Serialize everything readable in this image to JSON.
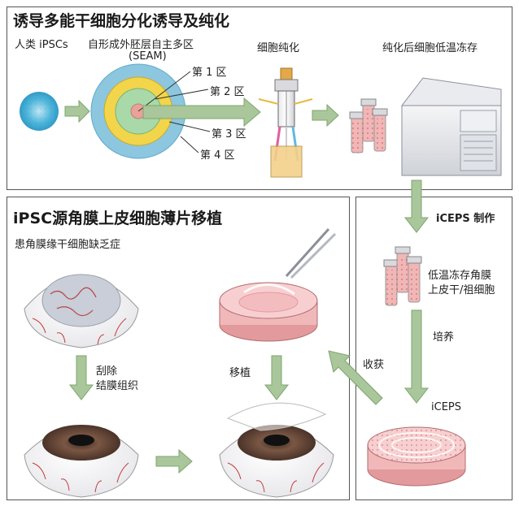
{
  "top_panel": {
    "title": "诱导多能干细胞分化诱导及纯化",
    "label_ipsc": "人类 iPSCs",
    "label_seam_1": "自形成外胚层自主多区",
    "label_seam_2": "(SEAM)",
    "zones": [
      "第 1 区",
      "第 2 区",
      "第 3 区",
      "第 4 区"
    ],
    "label_purify": "细胞纯化",
    "label_freeze": "纯化后细胞低温冻存"
  },
  "bottom_left_panel": {
    "title": "iPSC源角膜上皮细胞薄片移植",
    "subtitle": "患角膜缘干细胞缺乏症",
    "step_remove_1": "刮除",
    "step_remove_2": "结膜组织",
    "step_transplant": "移植"
  },
  "right_panel": {
    "title": "iCEPS 制作",
    "label_frozen_1": "低温冻存角膜",
    "label_frozen_2": "上皮干/祖细胞",
    "label_culture": "培养",
    "label_iceps": "iCEPS",
    "label_harvest": "收获"
  },
  "colors": {
    "arrow": "#a9c79a",
    "arrow_edge": "#7ea56f",
    "tissue_pink": "#f2c4c4",
    "vein_red": "#c43a3a",
    "iris_brown": "#6b4a3a"
  }
}
